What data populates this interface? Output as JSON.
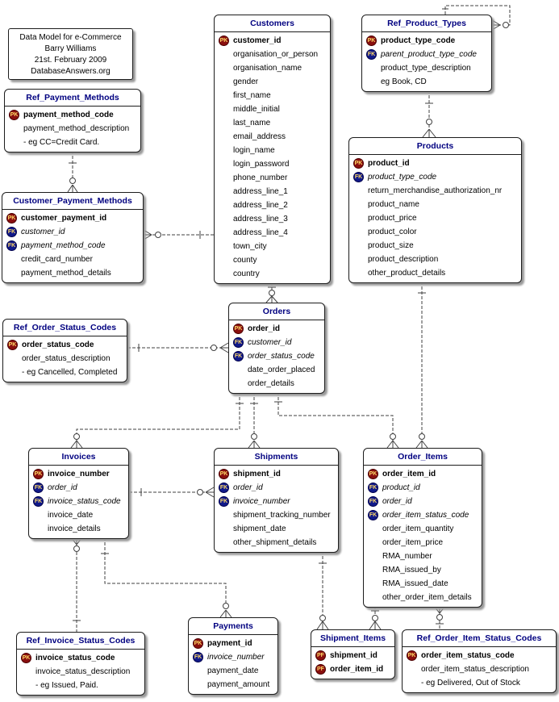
{
  "note": {
    "lines": [
      "Data Model for e-Commerce",
      "Barry Williams",
      "21st. February 2009",
      "DatabaseAnswers.org"
    ]
  },
  "colors": {
    "entity_title": "#000080",
    "pk_badge": "#8a0f0f",
    "fk_badge": "#10198a",
    "badge_text": "#ffd966",
    "line": "#404040"
  },
  "entities": [
    {
      "id": "customers",
      "title": "Customers",
      "fields": [
        {
          "badge": "PK",
          "text": "customer_id",
          "style": "bold"
        },
        {
          "badge": null,
          "text": "organisation_or_person",
          "style": "plain"
        },
        {
          "badge": null,
          "text": "organisation_name",
          "style": "plain"
        },
        {
          "badge": null,
          "text": "gender",
          "style": "plain"
        },
        {
          "badge": null,
          "text": "first_name",
          "style": "plain"
        },
        {
          "badge": null,
          "text": "middle_initial",
          "style": "plain"
        },
        {
          "badge": null,
          "text": "last_name",
          "style": "plain"
        },
        {
          "badge": null,
          "text": "email_address",
          "style": "plain"
        },
        {
          "badge": null,
          "text": "login_name",
          "style": "plain"
        },
        {
          "badge": null,
          "text": "login_password",
          "style": "plain"
        },
        {
          "badge": null,
          "text": "phone_number",
          "style": "plain"
        },
        {
          "badge": null,
          "text": "address_line_1",
          "style": "plain"
        },
        {
          "badge": null,
          "text": "address_line_2",
          "style": "plain"
        },
        {
          "badge": null,
          "text": "address_line_3",
          "style": "plain"
        },
        {
          "badge": null,
          "text": "address_line_4",
          "style": "plain"
        },
        {
          "badge": null,
          "text": "town_city",
          "style": "plain"
        },
        {
          "badge": null,
          "text": "county",
          "style": "plain"
        },
        {
          "badge": null,
          "text": "country",
          "style": "plain"
        }
      ]
    },
    {
      "id": "ref_product_types",
      "title": "Ref_Product_Types",
      "fields": [
        {
          "badge": "PK",
          "text": "product_type_code",
          "style": "bold"
        },
        {
          "badge": "FK",
          "text": "parent_product_type_code",
          "style": "italic"
        },
        {
          "badge": null,
          "text": "product_type_description",
          "style": "plain"
        },
        {
          "badge": null,
          "text": "eg Book, CD",
          "style": "plain"
        }
      ]
    },
    {
      "id": "ref_payment_methods",
      "title": "Ref_Payment_Methods",
      "fields": [
        {
          "badge": "PK",
          "text": "payment_method_code",
          "style": "bold"
        },
        {
          "badge": null,
          "text": "payment_method_description",
          "style": "plain"
        },
        {
          "badge": null,
          "text": "- eg CC=Credit Card.",
          "style": "plain"
        }
      ]
    },
    {
      "id": "products",
      "title": "Products",
      "fields": [
        {
          "badge": "PK",
          "text": "product_id",
          "style": "bold"
        },
        {
          "badge": "FK",
          "text": "product_type_code",
          "style": "italic"
        },
        {
          "badge": null,
          "text": "return_merchandise_authorization_nr",
          "style": "plain"
        },
        {
          "badge": null,
          "text": "product_name",
          "style": "plain"
        },
        {
          "badge": null,
          "text": "product_price",
          "style": "plain"
        },
        {
          "badge": null,
          "text": "product_color",
          "style": "plain"
        },
        {
          "badge": null,
          "text": "product_size",
          "style": "plain"
        },
        {
          "badge": null,
          "text": "product_description",
          "style": "plain"
        },
        {
          "badge": null,
          "text": "other_product_details",
          "style": "plain"
        }
      ]
    },
    {
      "id": "customer_payment_methods",
      "title": "Customer_Payment_Methods",
      "fields": [
        {
          "badge": "PK",
          "text": "customer_payment_id",
          "style": "bold"
        },
        {
          "badge": "FK",
          "text": "customer_id",
          "style": "italic"
        },
        {
          "badge": "FK",
          "text": "payment_method_code",
          "style": "italic"
        },
        {
          "badge": null,
          "text": "credit_card_number",
          "style": "plain"
        },
        {
          "badge": null,
          "text": "payment_method_details",
          "style": "plain"
        }
      ]
    },
    {
      "id": "ref_order_status_codes",
      "title": "Ref_Order_Status_Codes",
      "fields": [
        {
          "badge": "PK",
          "text": "order_status_code",
          "style": "bold"
        },
        {
          "badge": null,
          "text": "order_status_description",
          "style": "plain"
        },
        {
          "badge": null,
          "text": "- eg Cancelled, Completed",
          "style": "plain"
        }
      ]
    },
    {
      "id": "orders",
      "title": "Orders",
      "fields": [
        {
          "badge": "PK",
          "text": "order_id",
          "style": "bold"
        },
        {
          "badge": "FK",
          "text": "customer_id",
          "style": "italic"
        },
        {
          "badge": "FK",
          "text": "order_status_code",
          "style": "italic"
        },
        {
          "badge": null,
          "text": "date_order_placed",
          "style": "plain"
        },
        {
          "badge": null,
          "text": "order_details",
          "style": "plain"
        }
      ]
    },
    {
      "id": "invoices",
      "title": "Invoices",
      "fields": [
        {
          "badge": "PK",
          "text": "invoice_number",
          "style": "bold"
        },
        {
          "badge": "FK",
          "text": "order_id",
          "style": "italic"
        },
        {
          "badge": "FK",
          "text": "invoice_status_code",
          "style": "italic"
        },
        {
          "badge": null,
          "text": "invoice_date",
          "style": "plain"
        },
        {
          "badge": null,
          "text": "invoice_details",
          "style": "plain"
        }
      ]
    },
    {
      "id": "shipments",
      "title": "Shipments",
      "fields": [
        {
          "badge": "PK",
          "text": "shipment_id",
          "style": "bold"
        },
        {
          "badge": "FK",
          "text": "order_id",
          "style": "italic"
        },
        {
          "badge": "FK",
          "text": "invoice_number",
          "style": "italic"
        },
        {
          "badge": null,
          "text": "shipment_tracking_number",
          "style": "plain"
        },
        {
          "badge": null,
          "text": "shipment_date",
          "style": "plain"
        },
        {
          "badge": null,
          "text": "other_shipment_details",
          "style": "plain"
        }
      ]
    },
    {
      "id": "order_items",
      "title": "Order_Items",
      "fields": [
        {
          "badge": "PK",
          "text": "order_item_id",
          "style": "bold"
        },
        {
          "badge": "FK",
          "text": "product_id",
          "style": "italic"
        },
        {
          "badge": "FK",
          "text": "order_id",
          "style": "italic"
        },
        {
          "badge": "FK",
          "text": "order_item_status_code",
          "style": "italic"
        },
        {
          "badge": null,
          "text": "order_item_quantity",
          "style": "plain"
        },
        {
          "badge": null,
          "text": "order_item_price",
          "style": "plain"
        },
        {
          "badge": null,
          "text": "RMA_number",
          "style": "plain"
        },
        {
          "badge": null,
          "text": "RMA_issued_by",
          "style": "plain"
        },
        {
          "badge": null,
          "text": "RMA_issued_date",
          "style": "plain"
        },
        {
          "badge": null,
          "text": "other_order_item_details",
          "style": "plain"
        }
      ]
    },
    {
      "id": "ref_invoice_status_codes",
      "title": "Ref_Invoice_Status_Codes",
      "fields": [
        {
          "badge": "PK",
          "text": "invoice_status_code",
          "style": "bold"
        },
        {
          "badge": null,
          "text": "invoice_status_description",
          "style": "plain"
        },
        {
          "badge": null,
          "text": "- eg Issued, Paid.",
          "style": "plain"
        }
      ]
    },
    {
      "id": "payments",
      "title": "Payments",
      "fields": [
        {
          "badge": "PK",
          "text": "payment_id",
          "style": "bold"
        },
        {
          "badge": "FK",
          "text": "invoice_number",
          "style": "italic"
        },
        {
          "badge": null,
          "text": "payment_date",
          "style": "plain"
        },
        {
          "badge": null,
          "text": "payment_amount",
          "style": "plain"
        }
      ]
    },
    {
      "id": "shipment_items",
      "title": "Shipment_Items",
      "fields": [
        {
          "badge": "PF",
          "text": "shipment_id",
          "style": "bold"
        },
        {
          "badge": "PF",
          "text": "order_item_id",
          "style": "bold"
        }
      ]
    },
    {
      "id": "ref_order_item_status_codes",
      "title": "Ref_Order_Item_Status_Codes",
      "fields": [
        {
          "badge": "PK",
          "text": "order_item_status_code",
          "style": "bold"
        },
        {
          "badge": null,
          "text": "order_item_status_description",
          "style": "plain"
        },
        {
          "badge": null,
          "text": "- eg Delivered, Out of Stock",
          "style": "plain"
        }
      ]
    }
  ],
  "relationships": [
    {
      "parent": "Ref_Payment_Methods",
      "child": "Customer_Payment_Methods"
    },
    {
      "parent": "Customers",
      "child": "Customer_Payment_Methods"
    },
    {
      "parent": "Ref_Product_Types",
      "child": "Ref_Product_Types"
    },
    {
      "parent": "Ref_Product_Types",
      "child": "Products"
    },
    {
      "parent": "Customers",
      "child": "Orders"
    },
    {
      "parent": "Ref_Order_Status_Codes",
      "child": "Orders"
    },
    {
      "parent": "Orders",
      "child": "Invoices"
    },
    {
      "parent": "Orders",
      "child": "Shipments"
    },
    {
      "parent": "Orders",
      "child": "Order_Items"
    },
    {
      "parent": "Products",
      "child": "Order_Items"
    },
    {
      "parent": "Invoices",
      "child": "Shipments"
    },
    {
      "parent": "Ref_Invoice_Status_Codes",
      "child": "Invoices"
    },
    {
      "parent": "Invoices",
      "child": "Payments"
    },
    {
      "parent": "Shipments",
      "child": "Shipment_Items"
    },
    {
      "parent": "Order_Items",
      "child": "Shipment_Items"
    },
    {
      "parent": "Ref_Order_Item_Status_Codes",
      "child": "Order_Items"
    }
  ]
}
